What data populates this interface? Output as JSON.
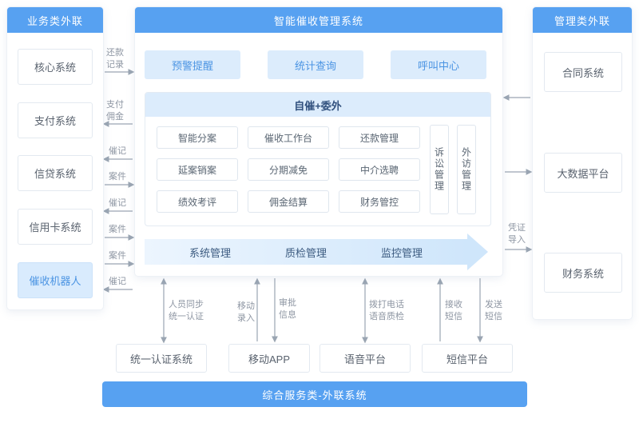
{
  "colors": {
    "header_blue": "#57a1f1",
    "light_blue_bg": "#dcecfc",
    "accent_text": "#4b94e3",
    "connector_gray": "#9aa5b2"
  },
  "left_panel": {
    "title": "业务类外联",
    "items": [
      "核心系统",
      "支付系统",
      "信贷系统",
      "信用卡系统",
      "催收机器人"
    ]
  },
  "center_panel": {
    "title": "智能催收管理系统",
    "top_modules": [
      "预警提醒",
      "统计查询",
      "呼叫中心"
    ],
    "core_block": {
      "title": "自催+委外",
      "modules": [
        "智能分案",
        "催收工作台",
        "还款管理",
        "延案销案",
        "分期减免",
        "中介选聘",
        "绩效考评",
        "佣金结算",
        "财务管控"
      ],
      "side_modules": [
        "诉讼管理",
        "外访管理"
      ]
    },
    "process_arrow": [
      "系统管理",
      "质检管理",
      "监控管理"
    ]
  },
  "right_panel": {
    "title": "管理类外联",
    "items": [
      "合同系统",
      "大数据平台",
      "财务系统"
    ]
  },
  "bottom_panel": {
    "items": [
      "统一认证系统",
      "移动APP",
      "语音平台",
      "短信平台"
    ],
    "title": "综合服务类-外联系统"
  },
  "flow_labels": {
    "left": [
      "还款\n记录",
      "支付\n佣金",
      "催记",
      "案件",
      "催记",
      "案件",
      "案件",
      "催记"
    ],
    "right": [
      "凭证\n导入"
    ],
    "bottom": [
      "人员同步\n统一认证",
      "移动\n录入",
      "审批\n信息",
      "拨打电话\n语音质检",
      "接收\n短信",
      "发送\n短信"
    ]
  }
}
